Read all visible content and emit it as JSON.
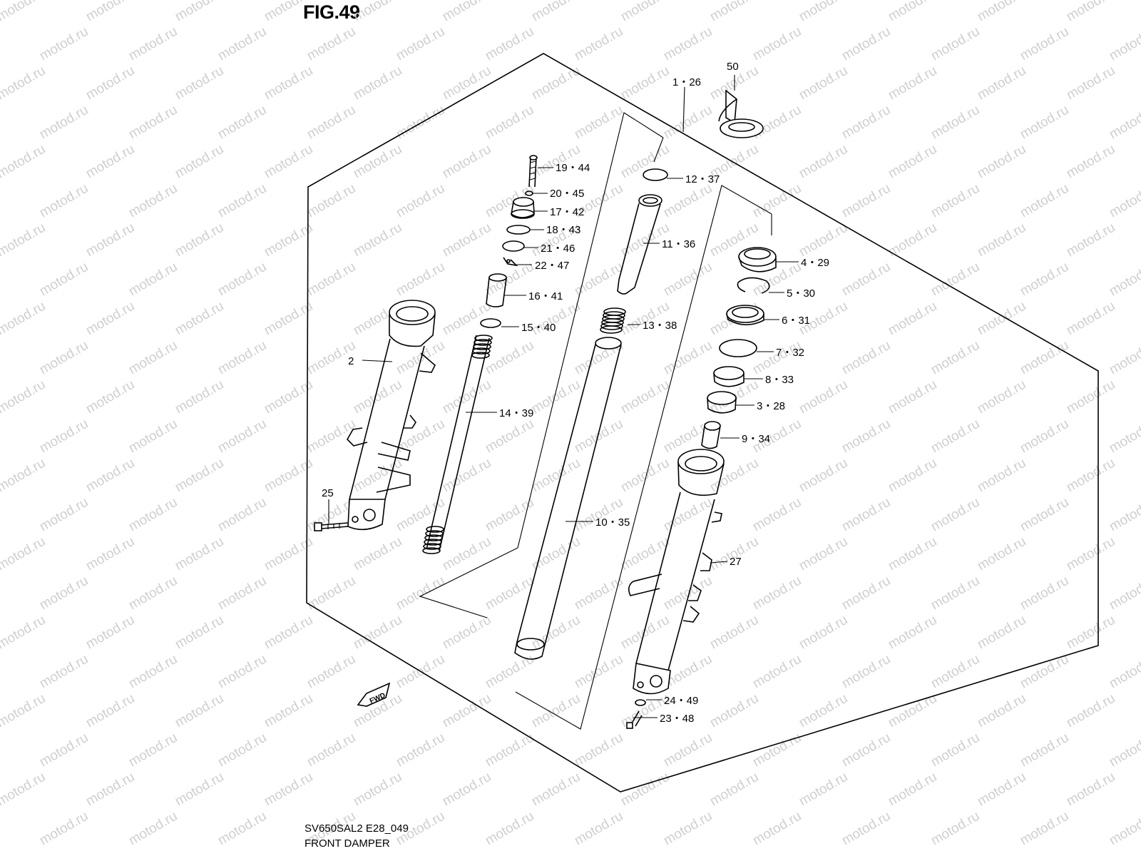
{
  "figure": {
    "title": "FIG.49",
    "model_code": "SV650SAL2 E28_049",
    "caption": "FRONT DAMPER"
  },
  "watermark": {
    "text": "motod.ru"
  },
  "fwd_badge": {
    "text": "FWD"
  },
  "callouts": {
    "c_1_26": "1・26",
    "c_50": "50",
    "c_19_44": "19・44",
    "c_20_45": "20・45",
    "c_17_42": "17・42",
    "c_18_43": "18・43",
    "c_21_46": "21・46",
    "c_22_47": "22・47",
    "c_16_41": "16・41",
    "c_15_40": "15・40",
    "c_14_39": "14・39",
    "c_12_37": "12・37",
    "c_11_36": "11・36",
    "c_13_38": "13・38",
    "c_10_35": "10・35",
    "c_4_29": "4・29",
    "c_5_30": "5・30",
    "c_6_31": "6・31",
    "c_7_32": "7・32",
    "c_8_33": "8・33",
    "c_3_28": "3・28",
    "c_9_34": "9・34",
    "c_2": "2",
    "c_25": "25",
    "c_27": "27",
    "c_24_49": "24・49",
    "c_23_48": "23・48"
  }
}
